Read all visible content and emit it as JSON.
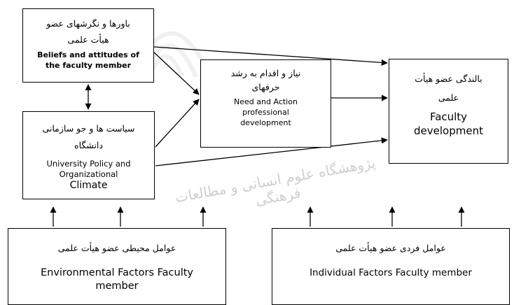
{
  "boxes": {
    "beliefs": {
      "fa_line1": "باورها و نگرشهای عضو",
      "fa_line2": "هیأت علمی",
      "en_line1": "Beliefs and attitudes of",
      "en_line2": "the faculty member"
    },
    "policy": {
      "fa_line1": "سیاست ها و جو سازمانی",
      "fa_line2": "دانشگاه",
      "en_line1": "University Policy and",
      "en_line2": "Organizational",
      "en_line3": "Climate"
    },
    "need": {
      "fa_line1": "نیاز و اقدام به رشد",
      "fa_line2": "حرفهای",
      "en_line1": "Need and Action",
      "en_line2": "professional",
      "en_line3": "development"
    },
    "faculty": {
      "fa_line1": "بالندگی عضو هیأت",
      "fa_line2": "علمی",
      "en_line1": "Faculty",
      "en_line2": "development"
    },
    "environmental": {
      "fa_line1": "عوامل محیطی عضو هیأت علمی",
      "en_line1": "Environmental Factors Faculty",
      "en_line2": "member"
    },
    "individual": {
      "fa_line1": "عوامل فردی عضو هیأت علمی",
      "en_line1": "Individual Factors Faculty member"
    }
  },
  "watermark": {
    "text": "پژوهشگاه علوم انسانی و مطالعات فرهنگی"
  },
  "colors": {
    "line": "#000000",
    "box_border": "#000000",
    "watermark": "#cfcfcf"
  }
}
